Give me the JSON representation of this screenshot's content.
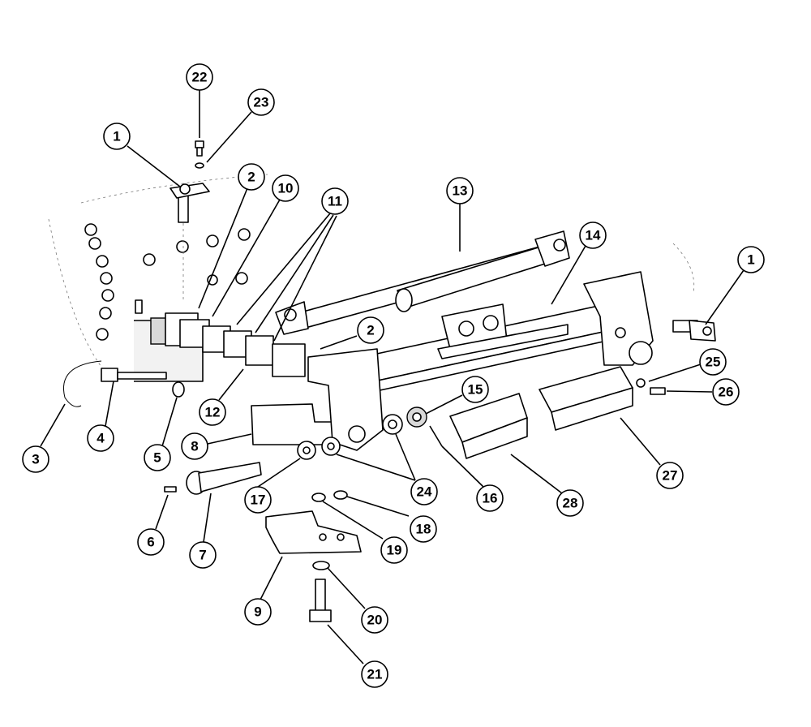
{
  "diagram": {
    "type": "exploded-parts-view",
    "callouts": [
      {
        "id": "c-22a",
        "label": "22"
      },
      {
        "id": "c-23",
        "label": "23"
      },
      {
        "id": "c-1a",
        "label": "1"
      },
      {
        "id": "c-2a",
        "label": "2"
      },
      {
        "id": "c-10",
        "label": "10"
      },
      {
        "id": "c-11",
        "label": "11"
      },
      {
        "id": "c-13",
        "label": "13"
      },
      {
        "id": "c-14",
        "label": "14"
      },
      {
        "id": "c-1b",
        "label": "1"
      },
      {
        "id": "c-2b",
        "label": "2"
      },
      {
        "id": "c-25",
        "label": "25"
      },
      {
        "id": "c-26",
        "label": "26"
      },
      {
        "id": "c-15",
        "label": "15"
      },
      {
        "id": "c-12",
        "label": "12"
      },
      {
        "id": "c-3",
        "label": "3"
      },
      {
        "id": "c-4",
        "label": "4"
      },
      {
        "id": "c-5",
        "label": "5"
      },
      {
        "id": "c-8",
        "label": "8"
      },
      {
        "id": "c-24",
        "label": "24"
      },
      {
        "id": "c-16",
        "label": "16"
      },
      {
        "id": "c-17",
        "label": "17"
      },
      {
        "id": "c-28",
        "label": "28"
      },
      {
        "id": "c-27",
        "label": "27"
      },
      {
        "id": "c-6",
        "label": "6"
      },
      {
        "id": "c-7",
        "label": "7"
      },
      {
        "id": "c-18",
        "label": "18"
      },
      {
        "id": "c-19",
        "label": "19"
      },
      {
        "id": "c-9",
        "label": "9"
      },
      {
        "id": "c-20",
        "label": "20"
      },
      {
        "id": "c-21",
        "label": "21"
      }
    ]
  }
}
